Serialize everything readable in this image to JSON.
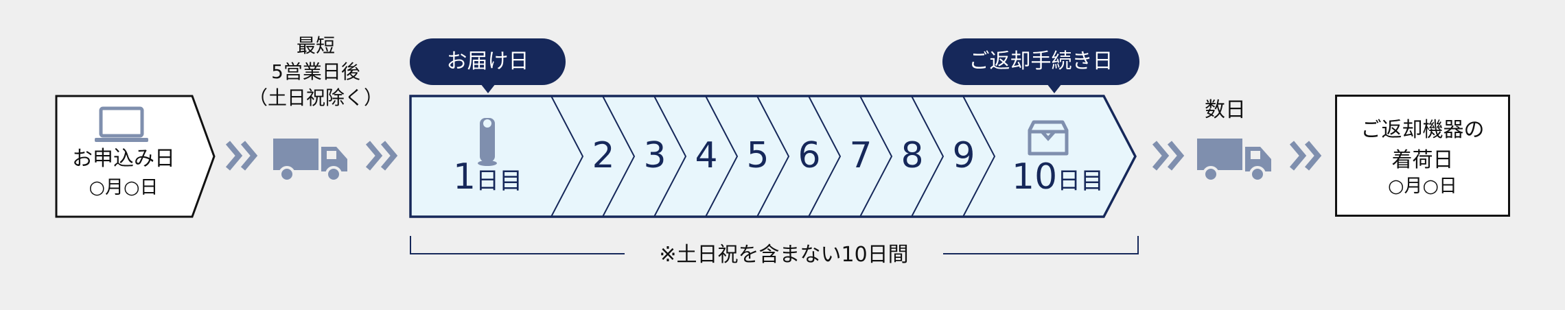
{
  "steps": {
    "apply": {
      "title": "お申込み日",
      "date": "○月○日",
      "icon": "laptop-icon"
    },
    "ship_note": [
      "最短",
      "5営業日後",
      "（土日祝除く）"
    ],
    "ship_icon": "truck-icon",
    "delivery_label": "お届け日",
    "return_label": "ご返却手続き日",
    "first_day": {
      "num": "1",
      "unit": "日目",
      "icon": "device-icon"
    },
    "middle_days": [
      "2",
      "3",
      "4",
      "5",
      "6",
      "7",
      "8",
      "9"
    ],
    "last_day": {
      "num": "10",
      "unit": "日目",
      "icon": "box-icon"
    },
    "return_ship_note": "数日",
    "arrival": {
      "title_line1": "ご返却機器の",
      "title_line2": "着荷日",
      "date": "○月○日"
    },
    "span_note": "※土日祝を含まない10日間"
  },
  "colors": {
    "navy": "#16285a",
    "light": "#e8f6fc",
    "gray": "#7f8fae",
    "bg": "#efefef"
  }
}
